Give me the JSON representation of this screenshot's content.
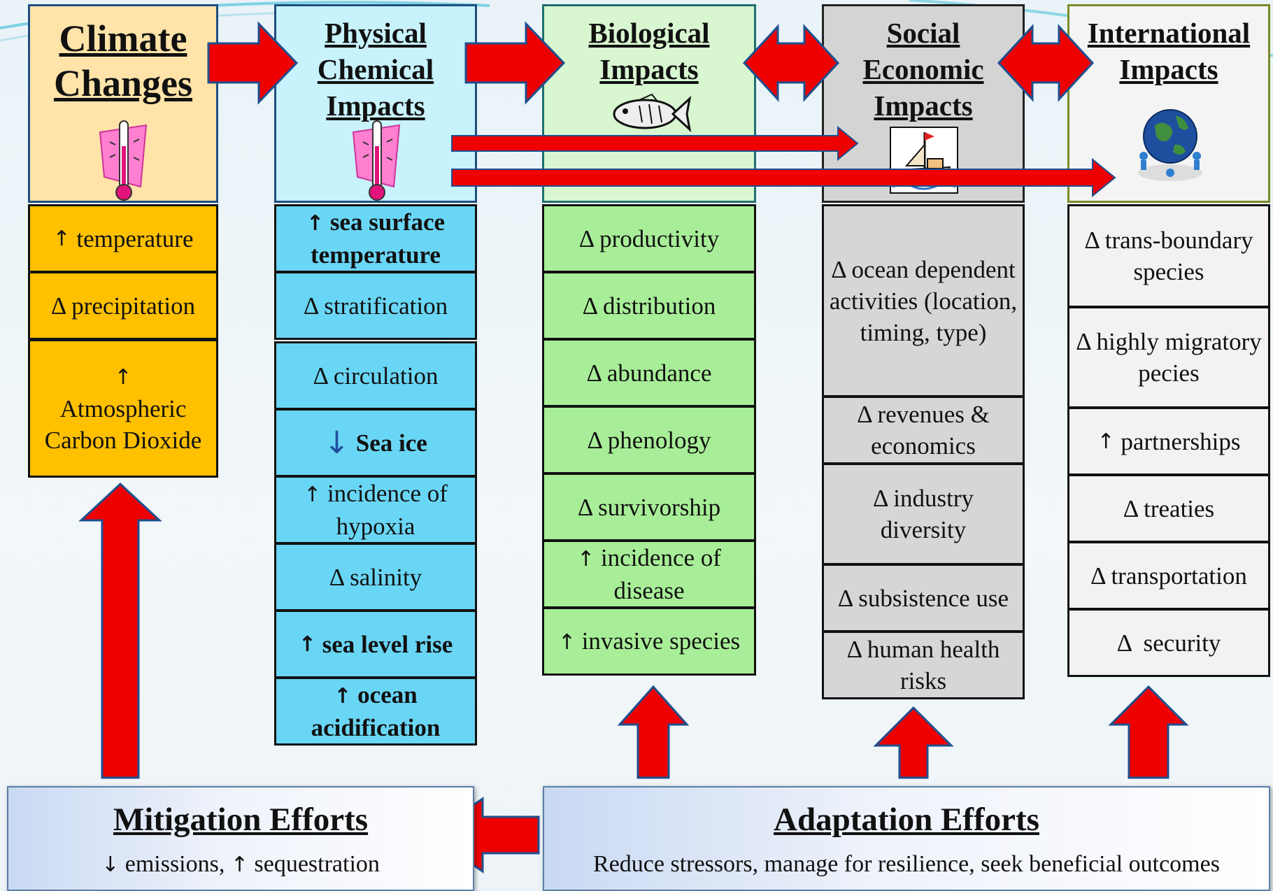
{
  "colors": {
    "climate_head": "#ffe3a8",
    "climate_cell": "#ffc000",
    "physical_head": "#c8f2fc",
    "physical_cell": "#6ad6f5",
    "bio_head": "#d8f6d0",
    "bio_cell": "#a8ee98",
    "social_head": "#d4d4d4",
    "social_cell": "#d6d6d6",
    "intl_head": "#f4f4f4",
    "intl_cell": "#f2f2f2",
    "arrow_red": "#ee0000",
    "arrow_outline": "#1f4f8f"
  },
  "columns": {
    "climate": {
      "title": [
        "Climate",
        "Changes"
      ],
      "icon": "thermometer-icon",
      "items": [
        {
          "mark": "↑",
          "text": "temperature"
        },
        {
          "mark": "",
          "text": "Δ precipitation"
        },
        {
          "mark": "↑",
          "text": "Atmospheric Carbon Dioxide"
        }
      ]
    },
    "physical": {
      "title": [
        "Physical",
        "Chemical",
        "Impacts"
      ],
      "icon": "thermometer-icon",
      "items": [
        {
          "mark": "↑",
          "text": "sea surface temperature"
        },
        {
          "mark": "",
          "text": "Δ stratification"
        },
        {
          "mark": "",
          "text": "Δ circulation"
        },
        {
          "mark": "↓",
          "text": "Sea ice"
        },
        {
          "mark": "↑",
          "text": "incidence of hypoxia"
        },
        {
          "mark": "",
          "text": "Δ salinity"
        },
        {
          "mark": "↑",
          "text": "sea level rise"
        },
        {
          "mark": "↑",
          "text": "ocean acidification"
        }
      ]
    },
    "biological": {
      "title": [
        "Biological",
        "Impacts"
      ],
      "icon": "fish-icon",
      "items": [
        {
          "mark": "",
          "text": "Δ productivity"
        },
        {
          "mark": "",
          "text": "Δ distribution"
        },
        {
          "mark": "",
          "text": "Δ abundance"
        },
        {
          "mark": "",
          "text": "Δ phenology"
        },
        {
          "mark": "",
          "text": "Δ survivorship"
        },
        {
          "mark": "↑",
          "text": "incidence of disease"
        },
        {
          "mark": "↑",
          "text": "invasive species"
        }
      ]
    },
    "social": {
      "title": [
        "Social",
        "Economic",
        "Impacts"
      ],
      "icon": "boat-icon",
      "items": [
        {
          "mark": "",
          "text": "Δ ocean dependent activities (location, timing, type)"
        },
        {
          "mark": "",
          "text": "Δ revenues & economics"
        },
        {
          "mark": "",
          "text": "Δ industry diversity"
        },
        {
          "mark": "",
          "text": "Δ subsistence use"
        },
        {
          "mark": "",
          "text": "Δ human health risks"
        }
      ]
    },
    "international": {
      "title": [
        "International",
        "Impacts"
      ],
      "icon": "globe-people-icon",
      "items": [
        {
          "mark": "",
          "text": "Δ trans-boundary species"
        },
        {
          "mark": "",
          "text": "Δ highly migratory pecies"
        },
        {
          "mark": "↑",
          "text": "partnerships"
        },
        {
          "mark": "",
          "text": "Δ treaties"
        },
        {
          "mark": "",
          "text": "Δ transportation"
        },
        {
          "mark": "",
          "text": "Δ  security"
        }
      ]
    }
  },
  "mitigation": {
    "title": "Mitigation Efforts",
    "text_mark1": "↓",
    "text_part1": "emissions,",
    "text_mark2": "↑",
    "text_part2": "sequestration"
  },
  "adaptation": {
    "title": "Adaptation Efforts",
    "text": "Reduce stressors, manage for resilience, seek beneficial outcomes"
  }
}
